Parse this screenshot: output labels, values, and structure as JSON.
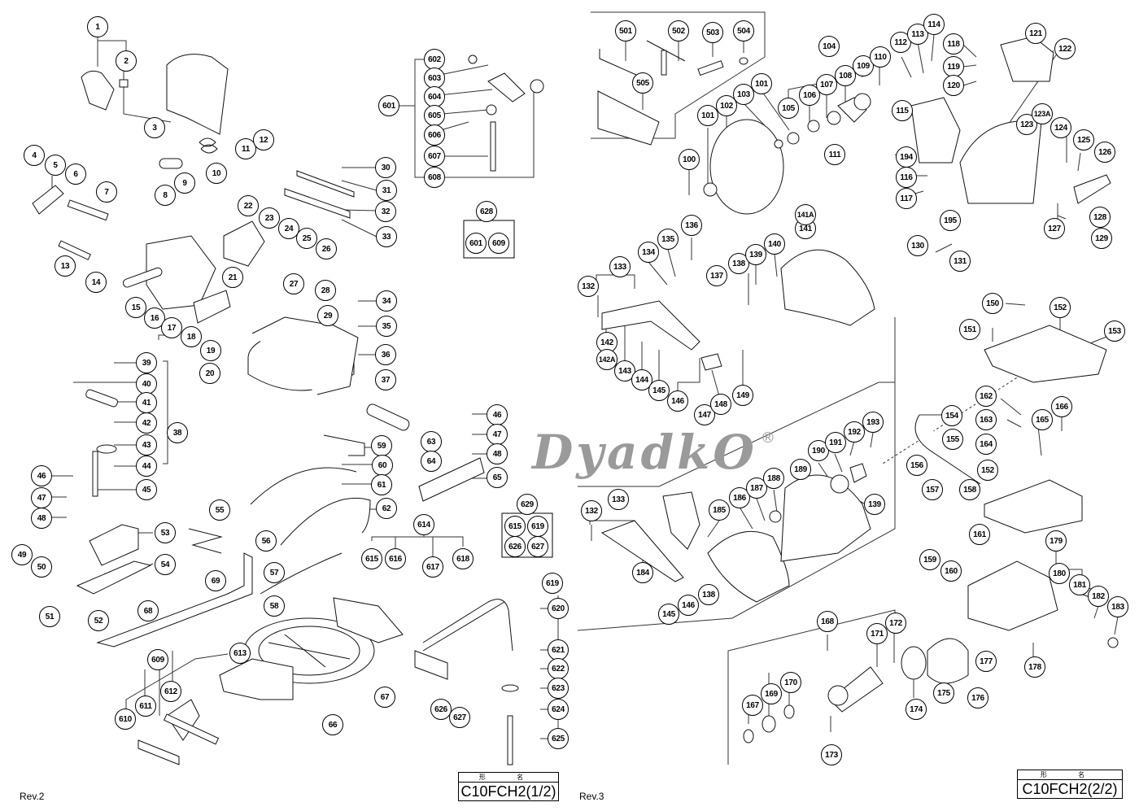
{
  "document": {
    "type": "exploded parts diagram",
    "watermark": {
      "text": "DyadkO",
      "registered_mark": "®"
    },
    "pages": [
      {
        "revision": "Rev.2",
        "title_header": "形 名",
        "model": "C10FCH2(1/2)"
      },
      {
        "revision": "Rev.3",
        "title_header": "形 名",
        "model": "C10FCH2(2/2)"
      }
    ]
  },
  "callouts_left": [
    "1",
    "2",
    "3",
    "4",
    "5",
    "6",
    "7",
    "8",
    "9",
    "10",
    "11",
    "12",
    "13",
    "14",
    "15",
    "16",
    "17",
    "18",
    "19",
    "20",
    "21",
    "22",
    "23",
    "24",
    "25",
    "26",
    "27",
    "28",
    "29",
    "30",
    "31",
    "32",
    "33",
    "34",
    "35",
    "36",
    "37",
    "38",
    "39",
    "40",
    "41",
    "42",
    "43",
    "44",
    "45",
    "46",
    "47",
    "48",
    "49",
    "50",
    "51",
    "52",
    "53",
    "54",
    "55",
    "56",
    "57",
    "58",
    "59",
    "60",
    "61",
    "62",
    "63",
    "64",
    "65",
    "66",
    "67",
    "68",
    "69",
    "46b",
    "47b",
    "48b"
  ],
  "callouts_left_labels": {
    "46b": "46",
    "47b": "47",
    "48b": "48"
  },
  "callouts_accessory": [
    "601",
    "602",
    "603",
    "604",
    "605",
    "606",
    "607",
    "608",
    "609",
    "610",
    "611",
    "612",
    "613",
    "614",
    "615",
    "616",
    "617",
    "618",
    "619",
    "620",
    "621",
    "622",
    "623",
    "624",
    "625",
    "626",
    "627",
    "628",
    "629"
  ],
  "kit_628": {
    "label": "628",
    "contents": [
      "601",
      "609"
    ]
  },
  "kit_629": {
    "label": "629",
    "contents": [
      "615",
      "619",
      "626",
      "627"
    ]
  },
  "callouts_right": [
    "100",
    "101",
    "101b",
    "102",
    "103",
    "104",
    "105",
    "106",
    "107",
    "108",
    "109",
    "110",
    "111",
    "112",
    "113",
    "114",
    "115",
    "116",
    "117",
    "118",
    "119",
    "120",
    "121",
    "122",
    "123",
    "123A",
    "124",
    "125",
    "126",
    "127",
    "128",
    "129",
    "130",
    "131",
    "132",
    "133",
    "134",
    "135",
    "136",
    "137",
    "138",
    "139",
    "140",
    "141",
    "141A",
    "142",
    "142A",
    "143",
    "144",
    "145",
    "146",
    "147",
    "148",
    "149",
    "150",
    "151",
    "152",
    "153",
    "154",
    "155",
    "156",
    "157",
    "158",
    "159",
    "160",
    "161",
    "162",
    "163",
    "164",
    "165",
    "166",
    "167",
    "168",
    "169",
    "170",
    "171",
    "172",
    "173",
    "174",
    "175",
    "176",
    "177",
    "178",
    "179",
    "180",
    "181",
    "182",
    "183",
    "184",
    "185",
    "186",
    "187",
    "188",
    "189",
    "190",
    "191",
    "192",
    "193",
    "194",
    "195",
    "132b",
    "133b",
    "145b",
    "146b",
    "138b",
    "139b",
    "152b",
    "501",
    "502",
    "503",
    "504",
    "505"
  ],
  "callouts_right_labels": {
    "101b": "101",
    "132b": "132",
    "133b": "133",
    "145b": "145",
    "146b": "146",
    "138b": "138",
    "139b": "139",
    "152b": "152"
  }
}
